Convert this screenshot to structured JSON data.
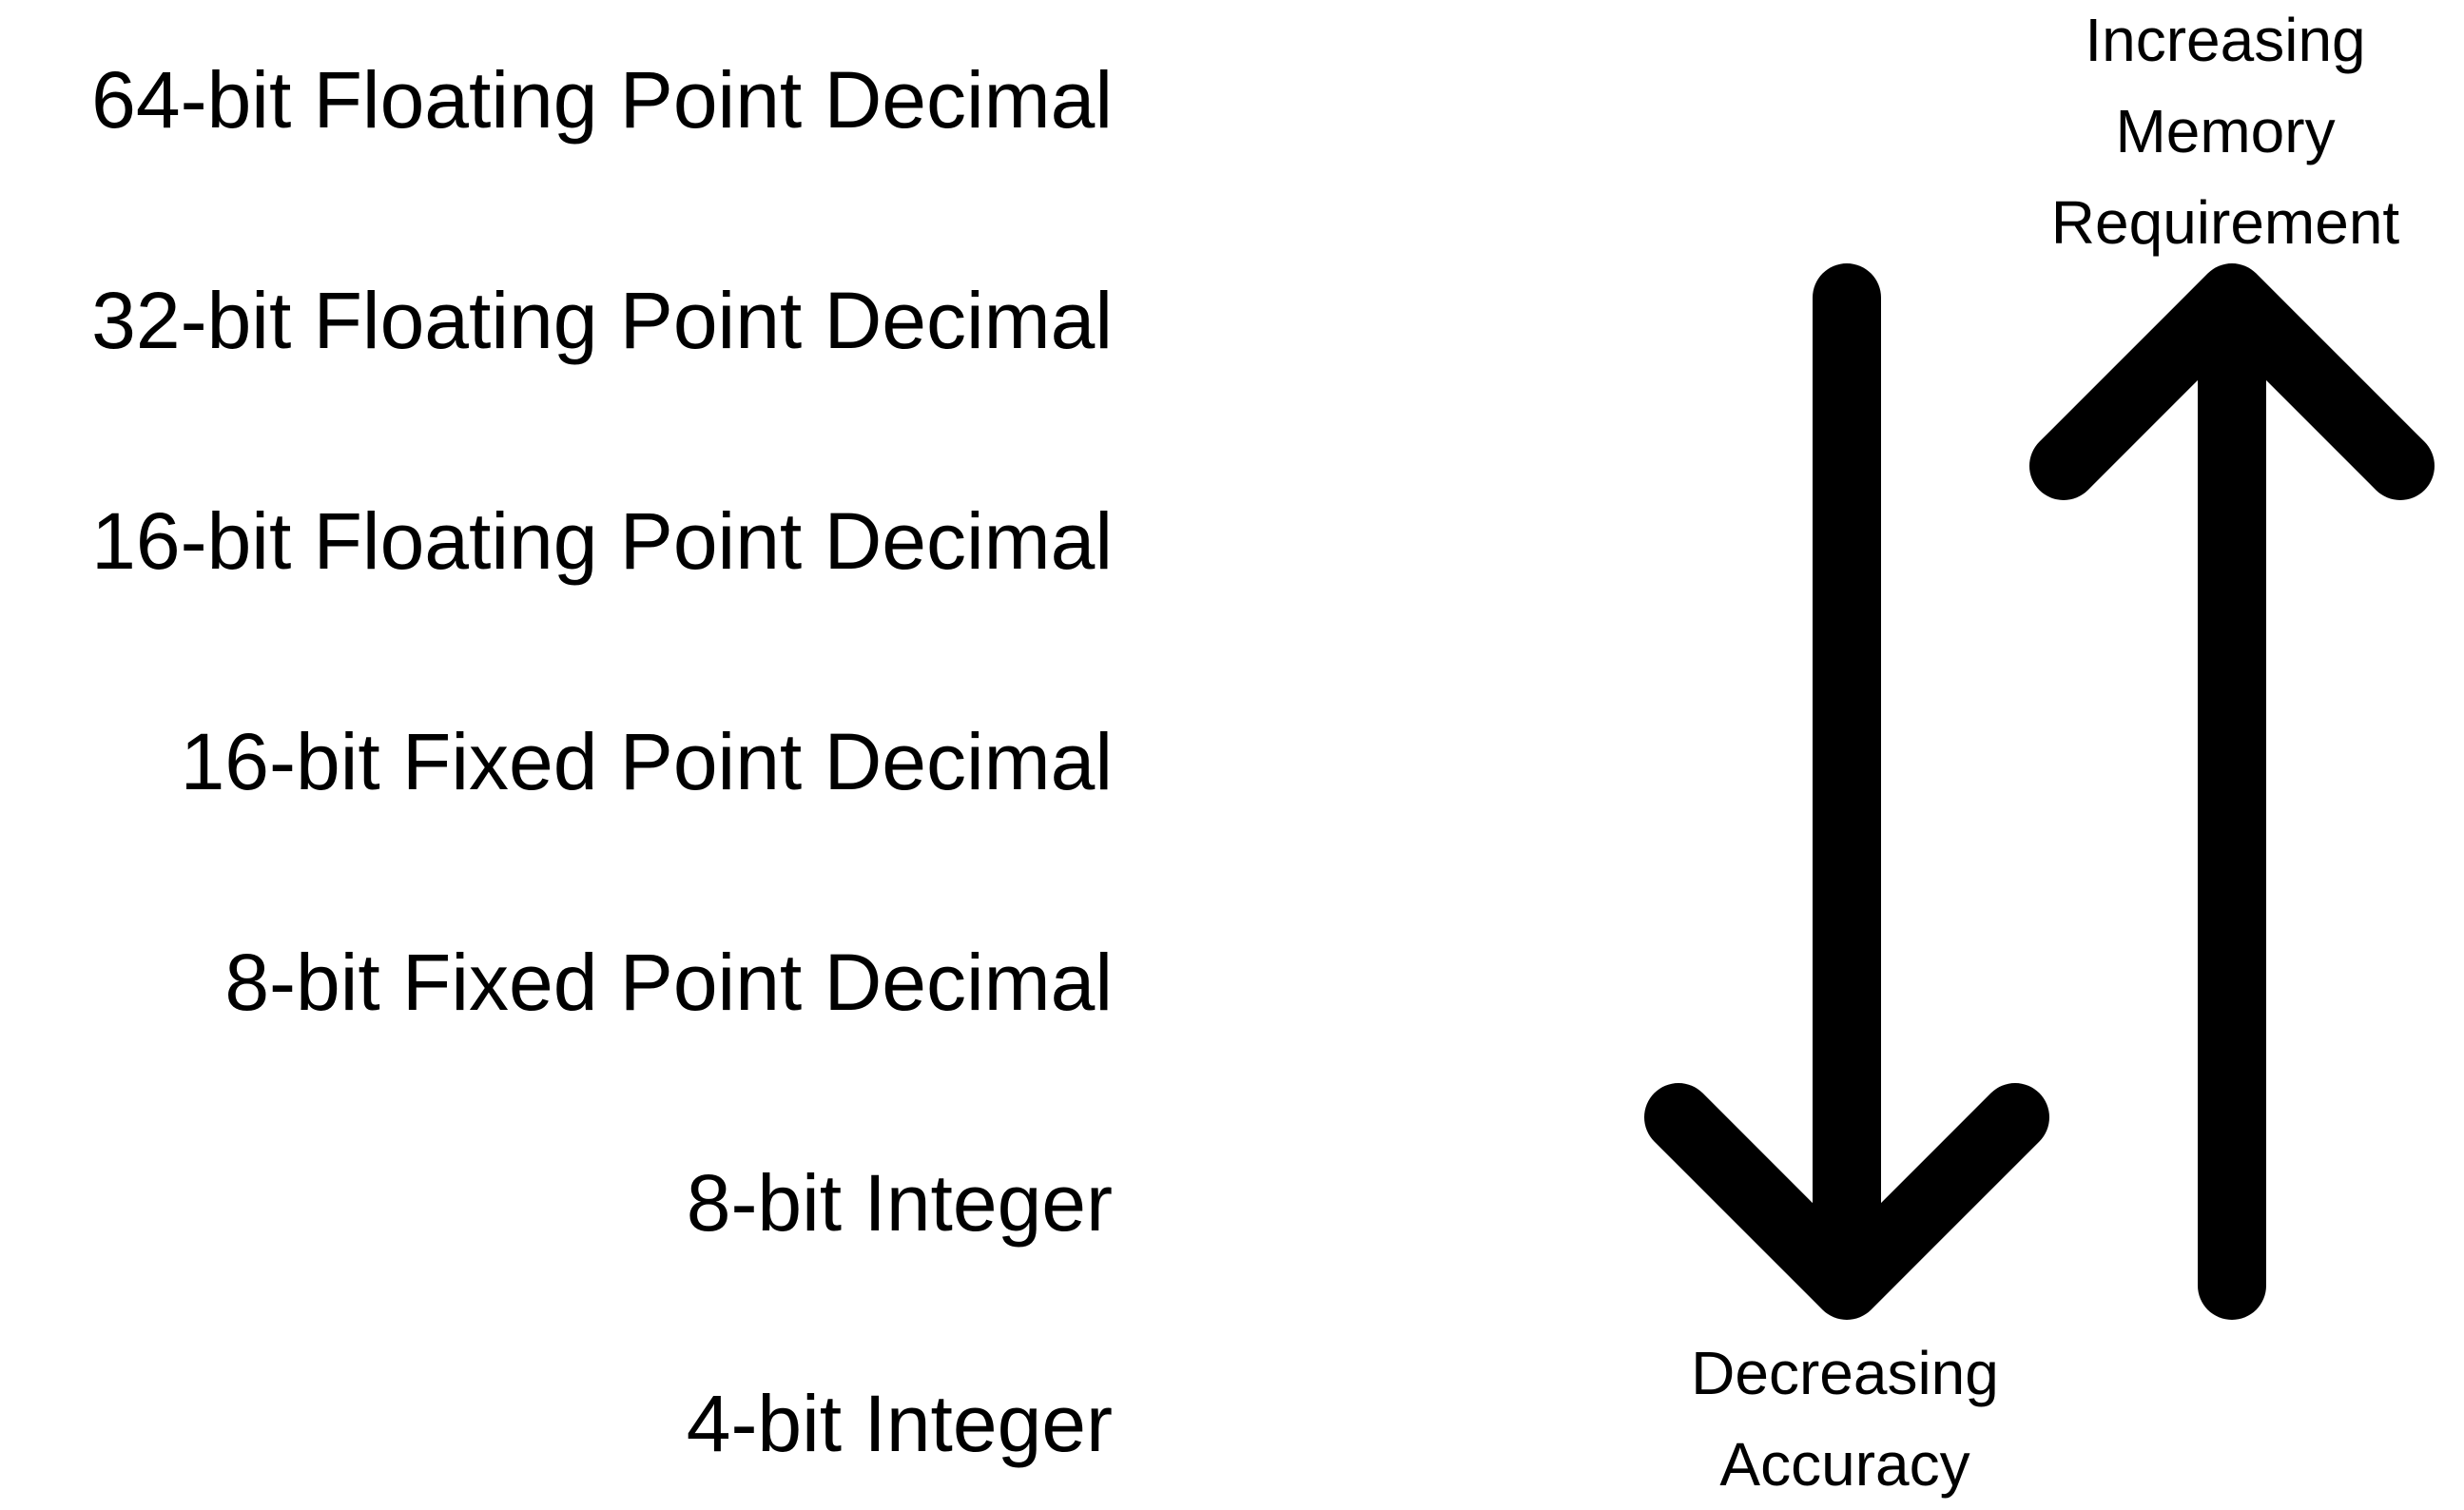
{
  "formats": [
    "64-bit Floating Point Decimal",
    "32-bit Floating Point Decimal",
    "16-bit Floating Point Decimal",
    "16-bit Fixed Point Decimal",
    "8-bit Fixed Point Decimal",
    "8-bit Integer",
    "4-bit Integer"
  ],
  "up_arrow": {
    "caption_lines": [
      "Increasing",
      "Memory",
      "Requirement"
    ],
    "color": "#000000"
  },
  "down_arrow": {
    "caption_lines": [
      "Decreasing",
      "Accuracy"
    ],
    "color": "#000000"
  }
}
